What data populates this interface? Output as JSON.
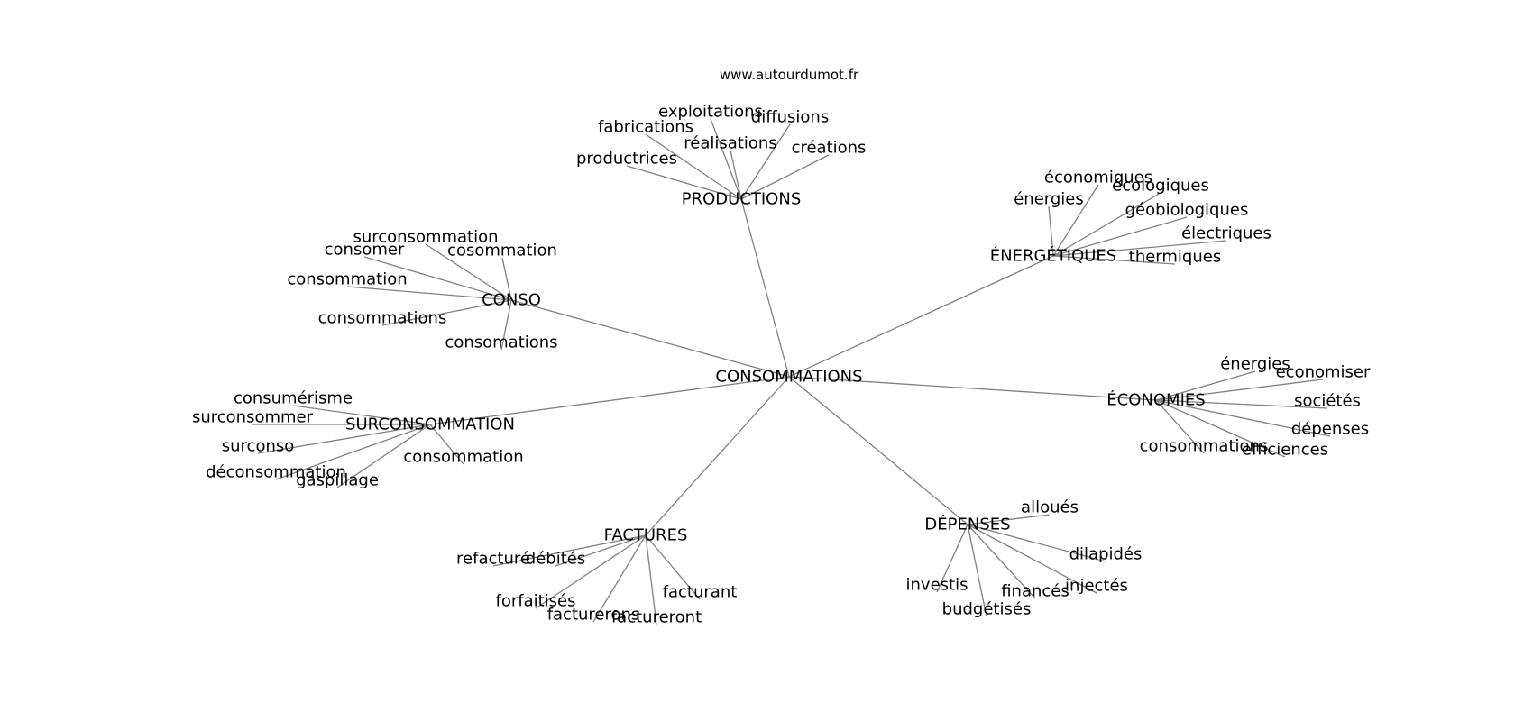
{
  "watermark": "www.autourdumot.fr",
  "root": "CONSOMMATIONS",
  "clusters": [
    {
      "label": "PRODUCTIONS",
      "leaves": [
        "exploitations",
        "diffusions",
        "fabrications",
        "réalisations",
        "créations",
        "productrices"
      ]
    },
    {
      "label": "ÉNERGÉTIQUES",
      "leaves": [
        "économiques",
        "écologiques",
        "énergies",
        "géobiologiques",
        "électriques",
        "thermiques"
      ]
    },
    {
      "label": "CONSO",
      "leaves": [
        "surconsommation",
        "consomer",
        "cosommation",
        "consommation",
        "consommations",
        "consomations"
      ]
    },
    {
      "label": "ÉCONOMIES",
      "leaves": [
        "énergies",
        "economiser",
        "sociétés",
        "dépenses",
        "consommations",
        "efficiences"
      ]
    },
    {
      "label": "SURCONSOMMATION",
      "leaves": [
        "consumérisme",
        "surconsommer",
        "surconso",
        "déconsommation",
        "gaspillage",
        "consommation"
      ]
    },
    {
      "label": "FACTURES",
      "leaves": [
        "refacturé",
        "débités",
        "forfaitisés",
        "facturerons",
        "factureront",
        "facturant"
      ]
    },
    {
      "label": "DÉPENSES",
      "leaves": [
        "alloués",
        "dilapidés",
        "investis",
        "financés",
        "injectés",
        "budgétisés"
      ]
    }
  ]
}
